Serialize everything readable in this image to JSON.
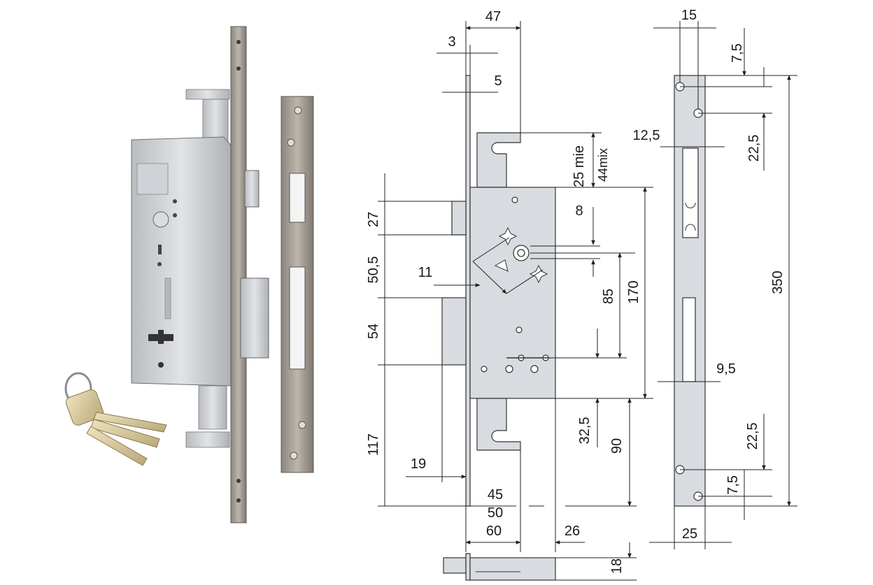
{
  "dims": {
    "d47": "47",
    "d3": "3",
    "d5": "5",
    "d15": "15",
    "d7_5a": "7,5",
    "d12_5": "12,5",
    "d22_5a": "22,5",
    "d25mie": "25 mie",
    "d44mix": "44mix",
    "d27": "27",
    "d8": "8",
    "d50_5": "50,5",
    "d11": "11",
    "d85": "85",
    "d170": "170",
    "d350": "350",
    "d54": "54",
    "d9_5": "9,5",
    "d32_5": "32,5",
    "d90": "90",
    "d117": "117",
    "d19": "19",
    "d22_5b": "22,5",
    "d7_5b": "7,5",
    "d45": "45",
    "d50": "50",
    "d60": "60",
    "d26": "26",
    "d25": "25",
    "d18": "18"
  },
  "colors": {
    "steel": "#c9ccd0",
    "bronze": "#a0988f",
    "key": "#d8c89a",
    "line": "#222222"
  }
}
